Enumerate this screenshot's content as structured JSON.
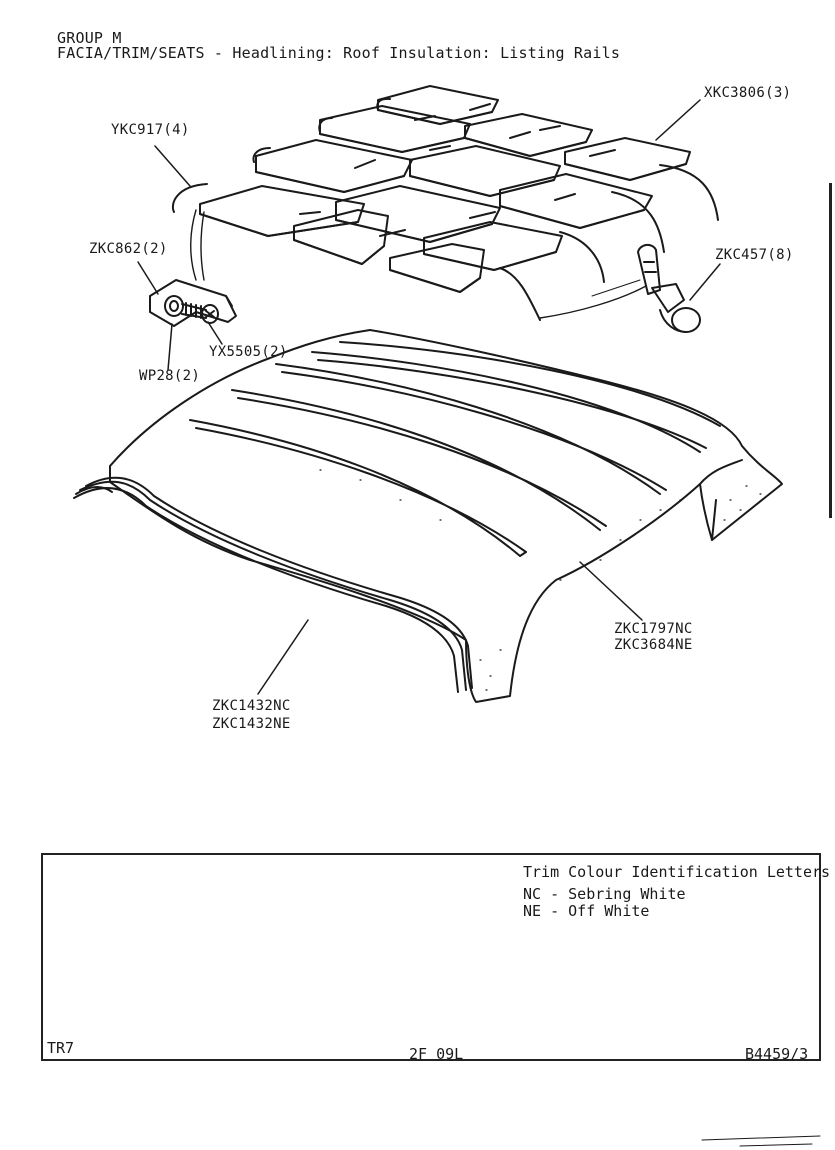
{
  "header": {
    "group": "GROUP M",
    "title": "FACIA/TRIM/SEATS - Headlining: Roof Insulation: Listing Rails"
  },
  "callouts": {
    "xkc3806": "XKC3806(3)",
    "ykc917": "YKC917(4)",
    "zkc862": "ZKC862(2)",
    "zkc457": "ZKC457(8)",
    "yx5505": "YX5505(2)",
    "wp28": "WP28(2)",
    "zkc1797nc": "ZKC1797NC",
    "zkc3684ne": "ZKC3684NE",
    "zkc1432nc": "ZKC1432NC",
    "zkc1432ne": "ZKC1432NE"
  },
  "trim_panel": {
    "heading": "Trim Colour Identification Letters",
    "nc": "NC - Sebring White",
    "ne": "NE - Off White"
  },
  "footer": {
    "model": "TR7",
    "fiche": "2F 09L",
    "ref": "B4459/3"
  }
}
